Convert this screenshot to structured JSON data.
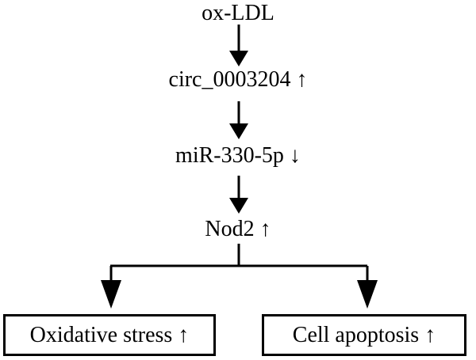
{
  "diagram": {
    "title": "ox-LDL / circ_0003204 / miR-330-5p / Nod2 signaling pathway",
    "background_color": "#ffffff",
    "line_color": "#000000",
    "text_color": "#000000",
    "nodes": [
      {
        "id": "ox-ldl",
        "label": "ox-LDL",
        "shape": "plain",
        "regulation": ""
      },
      {
        "id": "circ-0003204",
        "label": "circ_0003204 ↑",
        "shape": "plain",
        "regulation": "up"
      },
      {
        "id": "mir-330-5p",
        "label": "miR-330-5p ↓",
        "shape": "plain",
        "regulation": "down"
      },
      {
        "id": "nod2",
        "label": "Nod2 ↑",
        "shape": "plain",
        "regulation": "up"
      },
      {
        "id": "oxidative-stress",
        "label": "Oxidative stress ↑",
        "shape": "box",
        "regulation": "up"
      },
      {
        "id": "cell-apoptosis",
        "label": "Cell apoptosis ↑",
        "shape": "box",
        "regulation": "up"
      }
    ],
    "edges": [
      {
        "from": "ox-ldl",
        "to": "circ-0003204",
        "type": "arrow"
      },
      {
        "from": "circ-0003204",
        "to": "mir-330-5p",
        "type": "arrow"
      },
      {
        "from": "mir-330-5p",
        "to": "nod2",
        "type": "arrow"
      },
      {
        "from": "nod2",
        "to": "oxidative-stress",
        "type": "branch-arrow"
      },
      {
        "from": "nod2",
        "to": "cell-apoptosis",
        "type": "branch-arrow"
      }
    ]
  }
}
